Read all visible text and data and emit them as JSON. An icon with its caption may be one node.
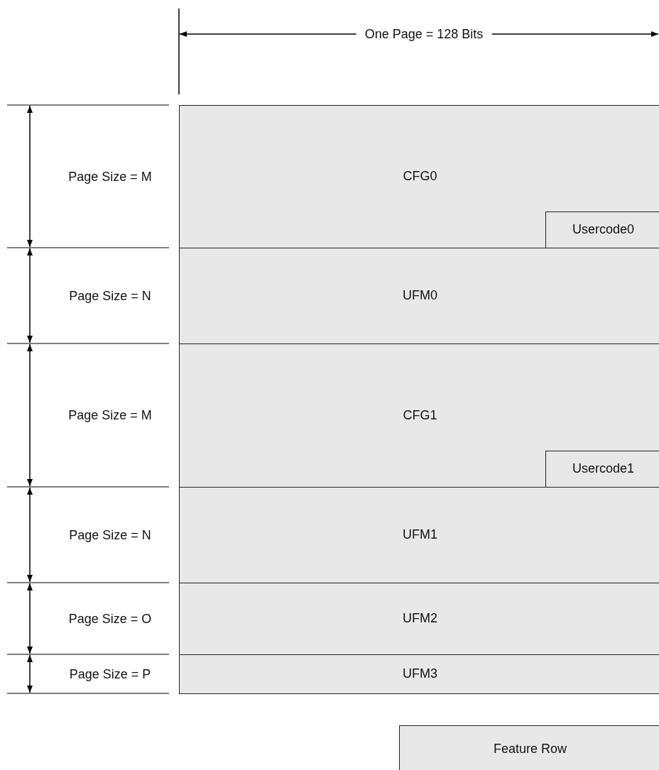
{
  "diagram": {
    "nodes": [
      {
        "text": [
          "CFG0"
        ]
      },
      {
        "text": [
          "Usercode0"
        ],
        "in": 0
      },
      {
        "text": [
          "UFM0"
        ]
      },
      {
        "text": [
          "CFG1"
        ]
      },
      {
        "text": [
          "Usercode1"
        ],
        "in": 3
      },
      {
        "text": [
          "UFM1"
        ]
      },
      {
        "text": [
          "UFM2"
        ]
      },
      {
        "text": [
          "UFM3"
        ]
      },
      {
        "text": [
          "Feature Row"
        ]
      }
    ],
    "labels": [
      "One Page = 128 Bits",
      "Page Size = M",
      "Page Size = N",
      "Page Size = M",
      "Page Size = N",
      "Page Size = O",
      "Page Size = P"
    ]
  }
}
